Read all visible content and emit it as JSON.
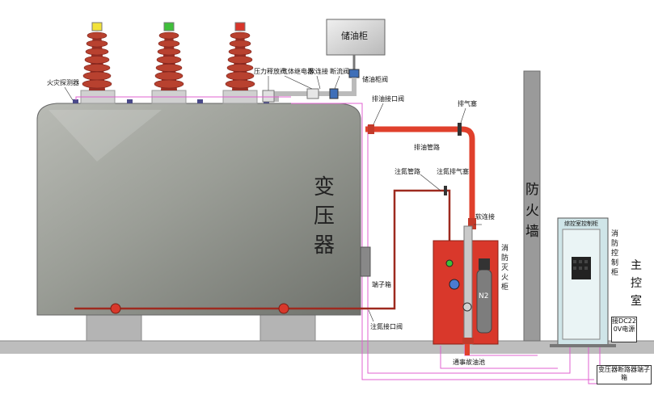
{
  "labels": {
    "oil_tank": "储油柜",
    "fire_detector": "火灾探测器",
    "pressure_valve": "压力释放阀",
    "gas_relay": "气体继电器",
    "soft_joint_top": "软连接",
    "cutoff_valve": "断流阀",
    "tank_valve": "储油柜阀",
    "drain_valve": "排油接口阀",
    "exhaust": "排气塞",
    "drain_pipe": "排油管路",
    "n2_pipe": "注氮管路",
    "n2_exhaust": "注氮排气塞",
    "soft_joint": "软连接",
    "terminal_box": "端子箱",
    "n2_valve": "注氮接口阀",
    "emergency_pool": "通事故油池",
    "dc_supply": "接DC220V电源",
    "breaker_box": "变压器断路器端子箱",
    "control_cabinet": "综控室控制柜"
  },
  "transformer_text": "变压器",
  "firewall_text": "防火墙",
  "n2_symbol": "N2",
  "extinguisher_text": "消防灭火柜",
  "fire_control_text": "消防控制柜",
  "main_control_text": "主控室",
  "colors": {
    "tank_body": "#8a8d86",
    "bushing": "#9b2f24",
    "pipe": "#e0402c",
    "cabinet": "#d9382b",
    "signal_line": "#e060d0",
    "control_panel": "#cfe5e8"
  },
  "bushing_caps": [
    "yellow-cap",
    "green-cap",
    "red-cap"
  ]
}
